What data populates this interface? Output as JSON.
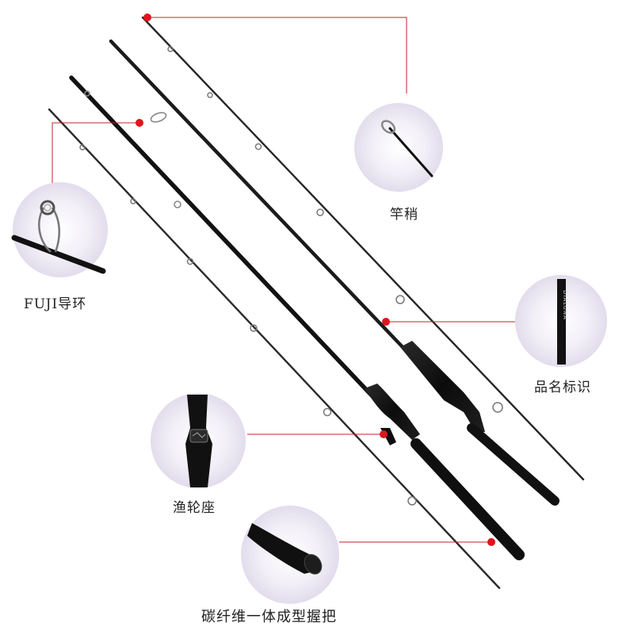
{
  "colors": {
    "leader": "#c0262c",
    "dot": "#e0141e",
    "rod": "#141414",
    "blank_light": "#3a3a3a",
    "bubble": "#ece8f4"
  },
  "callouts": {
    "tip": {
      "label": "竿稍",
      "icon": "rod-tip-icon"
    },
    "guide": {
      "label": "FUJI导环",
      "icon": "fuji-guide-ring-icon"
    },
    "name_mark": {
      "label": "品名标识",
      "icon": "brand-label-icon",
      "brand_text": "DIALUNA"
    },
    "reel_seat": {
      "label": "渔轮座",
      "icon": "reel-seat-icon"
    },
    "handle": {
      "label": "碳纤维一体成型握把",
      "icon": "carbon-handle-icon"
    }
  }
}
